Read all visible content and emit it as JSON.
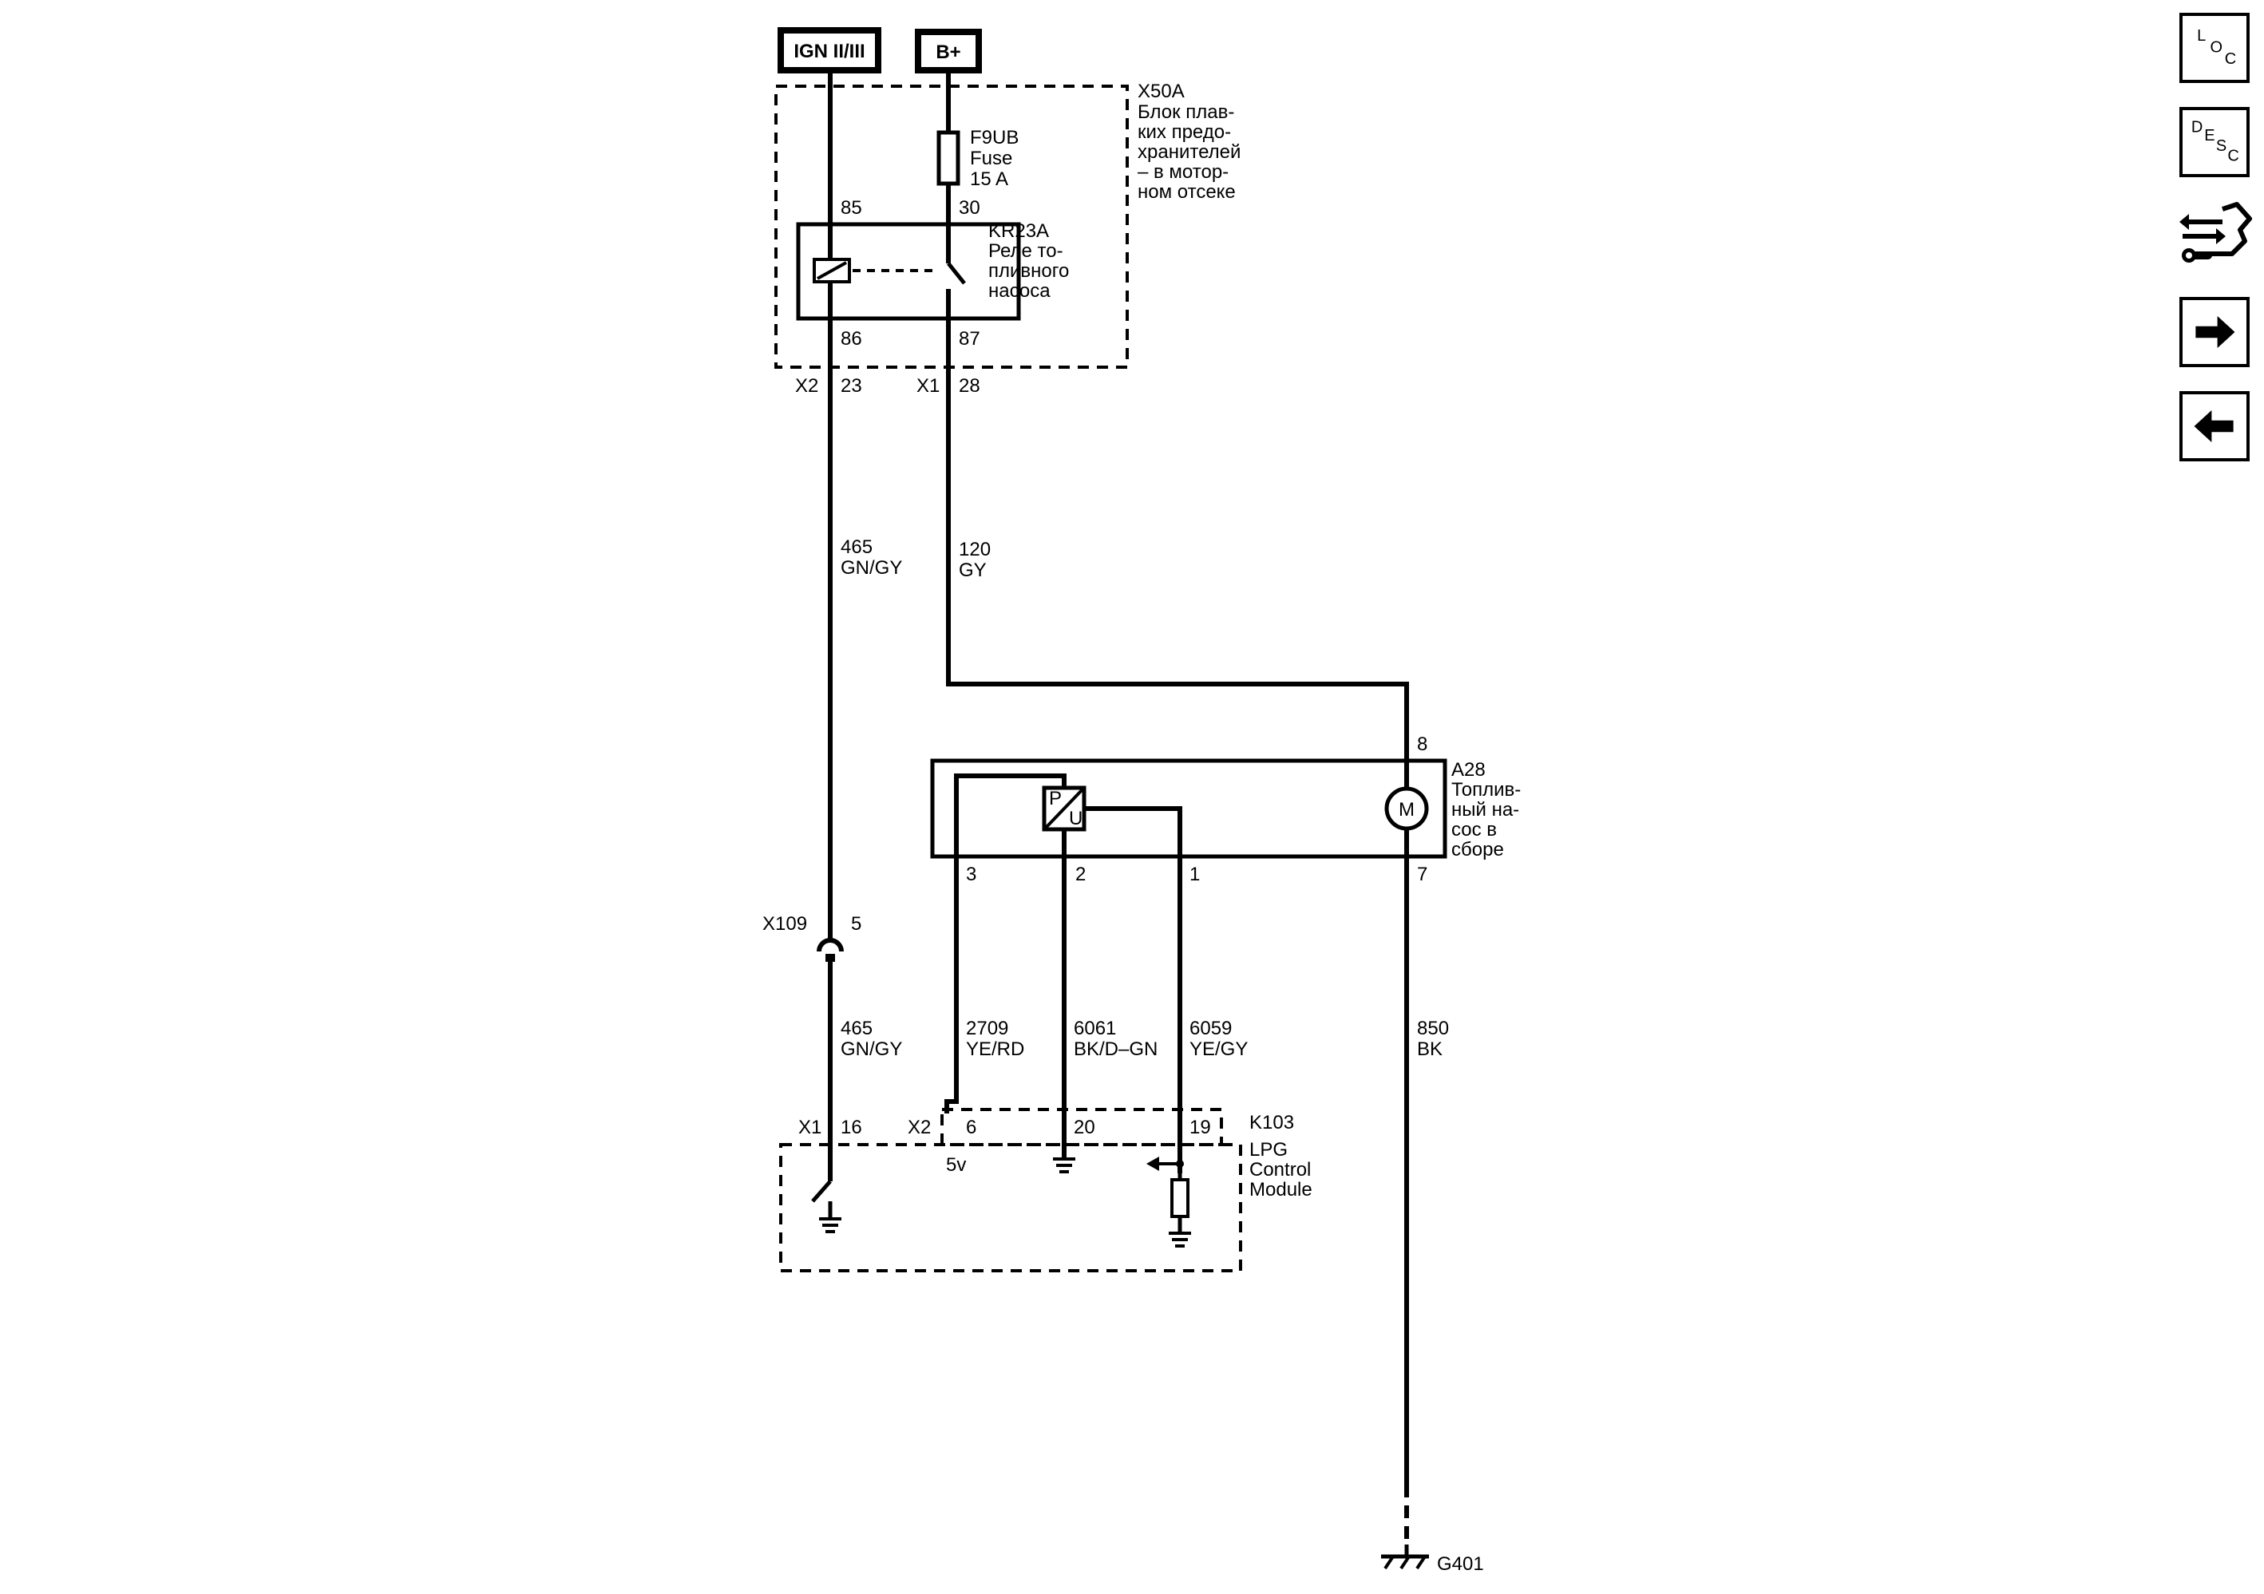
{
  "sources": {
    "ign": "IGN II/III",
    "bplus": "B+"
  },
  "fuse_block": {
    "id": "X50A",
    "desc": [
      "Блок плав-",
      "ких предо-",
      "хранителей",
      "– в мотор-",
      "ном отсеке"
    ]
  },
  "fuse": {
    "id": "F9UB",
    "label": "Fuse",
    "rating": "15 A"
  },
  "relay": {
    "id": "KR23A",
    "desc": [
      "Реле то-",
      "пливного",
      "насоса"
    ],
    "pins": {
      "p85": "85",
      "p30": "30",
      "p86": "86",
      "p87": "87"
    }
  },
  "connectors_top": {
    "x2": "X2",
    "x2_pin": "23",
    "x1": "X1",
    "x1_pin": "28"
  },
  "wires": {
    "w465_a": {
      "num": "465",
      "color": "GN/GY"
    },
    "w120": {
      "num": "120",
      "color": "GY"
    },
    "w465_b": {
      "num": "465",
      "color": "GN/GY"
    },
    "w2709": {
      "num": "2709",
      "color": "YE/RD"
    },
    "w6061": {
      "num": "6061",
      "color": "BK/D–GN"
    },
    "w6059": {
      "num": "6059",
      "color": "YE/GY"
    },
    "w850": {
      "num": "850",
      "color": "BK"
    }
  },
  "pump": {
    "id": "A28",
    "desc": [
      "Топлив-",
      "ный на-",
      "сос в",
      "сборе"
    ],
    "pins": {
      "p8": "8",
      "p7": "7",
      "p3": "3",
      "p2": "2",
      "p1": "1"
    },
    "motor": "M",
    "sensor_p": "P",
    "sensor_u": "U"
  },
  "inline_connector": {
    "id": "X109",
    "pin": "5"
  },
  "module": {
    "id": "K103",
    "desc": [
      "LPG",
      "Control",
      "Module"
    ],
    "x1": "X1",
    "x1_pin": "16",
    "x2": "X2",
    "pin6": "6",
    "pin20": "20",
    "pin19": "19",
    "ref": "5v"
  },
  "ground": {
    "id": "G401"
  },
  "nav": {
    "loc": {
      "l": "L",
      "o": "O",
      "c": "C"
    },
    "desc": {
      "d": "D",
      "e": "E",
      "s": "S",
      "c": "C"
    }
  }
}
